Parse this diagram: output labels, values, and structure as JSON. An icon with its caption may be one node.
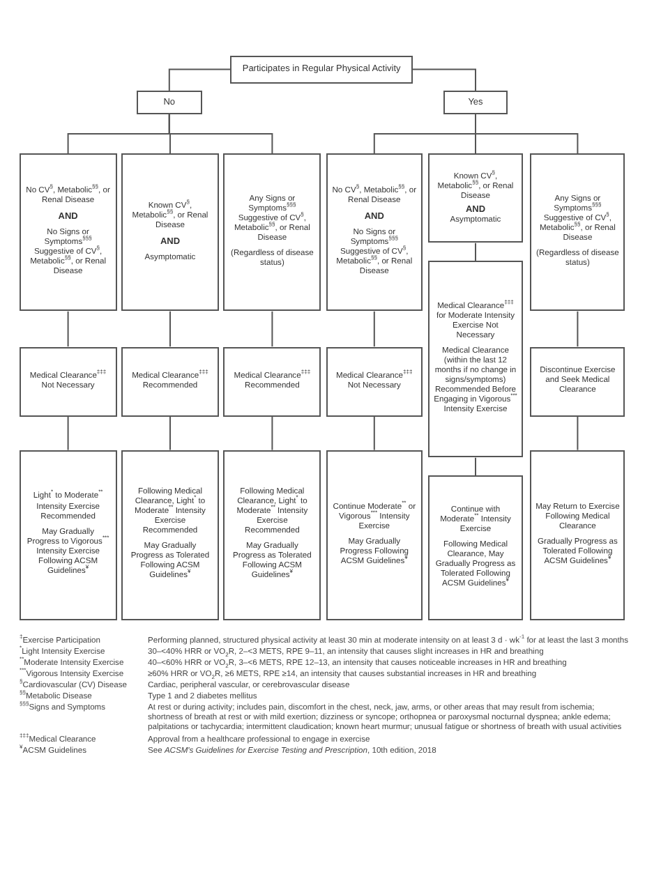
{
  "diagram": {
    "nodes": [
      {
        "text": [
          "Participates in Regular Physical Activity"
        ]
      },
      {
        "text": [
          "No"
        ]
      },
      {
        "text": [
          "Yes"
        ]
      },
      {
        "text": [
          "No CV$^{§}$, Metabolic$^{§§}$, or Renal Disease",
          "AND",
          "No Signs or Symptoms$^{§§§}$ Suggestive of CV$^{§}$, Metabolic$^{§§}$, or Renal Disease"
        ]
      },
      {
        "text": [
          "Known CV$^{§}$, Metabolic$^{§§}$, or Renal Disease",
          "AND",
          "Asymptomatic"
        ]
      },
      {
        "text": [
          "Any Signs or Symptoms$^{§§§}$ Suggestive of CV$^{§}$, Metabolic$^{§§}$, or Renal Disease",
          "(Regardless of disease status)"
        ]
      },
      {
        "text": [
          "No CV$^{§}$, Metabolic$^{§§}$, or Renal Disease",
          "AND",
          "No Signs or Symptoms$^{§§§}$ Suggestive of CV$^{§}$, Metabolic$^{§§}$, or Renal Disease"
        ]
      },
      {
        "text": [
          "Known CV$^{§}$, Metabolic$^{§§}$, or Renal Disease",
          "AND",
          "Asymptomatic"
        ]
      },
      {
        "text": [
          "Any Signs or Symptoms$^{§§§}$ Suggestive of CV$^{§}$, Metabolic$^{§§}$, or Renal Disease",
          "(Regardless of disease status)"
        ]
      },
      {
        "text": [
          "Medical Clearance$^{‡‡‡}$ Not Necessary"
        ]
      },
      {
        "text": [
          "Medical Clearance$^{‡‡‡}$ Recommended"
        ]
      },
      {
        "text": [
          "Medical Clearance$^{‡‡‡}$ Recommended"
        ]
      },
      {
        "text": [
          "Medical Clearance$^{‡‡‡}$ Not Necessary"
        ]
      },
      {
        "text": [
          "Medical Clearance$^{‡‡‡}$ for Moderate Intensity Exercise Not Necessary",
          "Medical Clearance (within the last 12 months if no change in signs/symptoms) Recommended Before Engaging in Vigorous$^{***}$ Intensity Exercise"
        ]
      },
      {
        "text": [
          "Discontinue Exercise and Seek Medical Clearance"
        ]
      },
      {
        "text": [
          "Light$^{*}$ to Moderate$^{**}$ Intensity Exercise Recommended",
          "May Gradually Progress to Vigorous$^{***}$ Intensity Exercise Following ACSM Guidelines$^{¥}$"
        ]
      },
      {
        "text": [
          "Following Medical Clearance, Light$^{*}$ to Moderate$^{**}$ Intensity Exercise Recommended",
          "May Gradually Progress as Tolerated Following ACSM Guidelines$^{¥}$"
        ]
      },
      {
        "text": [
          "Following Medical Clearance, Light$^{*}$ to Moderate$^{**}$ Intensity Exercise Recommended",
          "May Gradually Progress as Tolerated Following ACSM Guidelines$^{¥}$"
        ]
      },
      {
        "text": [
          "Continue Moderate$^{**}$ or Vigorous$^{***}$ Intensity Exercise",
          "May Gradually Progress Following ACSM Guidelines$^{¥}$"
        ]
      },
      {
        "text": [
          "Continue with Moderate$^{**}$ Intensity Exercise",
          "Following Medical Clearance, May Gradually Progress as Tolerated Following ACSM Guidelines$^{¥}$"
        ]
      },
      {
        "text": [
          "May Return to Exercise Following Medical Clearance",
          "Gradually Progress as Tolerated Following ACSM Guidelines$^{¥}$"
        ]
      }
    ],
    "edges": [
      {
        "from": 0,
        "to": 1,
        "arrow": "none"
      },
      {
        "from": 0,
        "to": 2,
        "arrow": "none"
      },
      {
        "from": 1,
        "to": 3,
        "arrow": "none"
      },
      {
        "from": 1,
        "to": 4,
        "arrow": "none"
      },
      {
        "from": 1,
        "to": 5,
        "arrow": "none"
      },
      {
        "from": 2,
        "to": 6,
        "arrow": "none"
      },
      {
        "from": 2,
        "to": 7,
        "arrow": "none"
      },
      {
        "from": 2,
        "to": 8,
        "arrow": "none"
      },
      {
        "from": 3,
        "to": 9,
        "arrow": "none"
      },
      {
        "from": 4,
        "to": 10,
        "arrow": "none"
      },
      {
        "from": 5,
        "to": 11,
        "arrow": "none"
      },
      {
        "from": 6,
        "to": 12,
        "arrow": "none"
      },
      {
        "from": 7,
        "to": 13,
        "arrow": "none"
      },
      {
        "from": 8,
        "to": 14,
        "arrow": "none"
      },
      {
        "from": 9,
        "to": 15,
        "arrow": "none"
      },
      {
        "from": 10,
        "to": 16,
        "arrow": "none"
      },
      {
        "from": 11,
        "to": 17,
        "arrow": "none"
      },
      {
        "from": 12,
        "to": 18,
        "arrow": "none"
      },
      {
        "from": 13,
        "to": 19,
        "arrow": "none"
      },
      {
        "from": 14,
        "to": 20,
        "arrow": "none"
      }
    ],
    "labels": [
      "$^{‡}$Exercise Participation",
      "Performing planned, structured physical activity at least 30 min at moderate intensity on at least 3 d · wk$^{-1}$ for at least the last 3 months",
      "$^{*}$Light Intensity Exercise",
      "30–<40% HRR or VO$_{2}$R, 2–<3 METS, RPE 9–11, an intensity that causes slight increases in HR and breathing",
      "$^{**}$Moderate Intensity Exercise",
      "40–<60% HRR or VO$_{2}$R, 3–<6 METS, RPE 12–13, an intensity that causes noticeable increases in HR and breathing",
      "$^{***}$Vigorous Intensity Exercise",
      "≥60% HRR or VO$_{2}$R, ≥6 METS, RPE ≥14, an intensity that causes substantial increases in HR and breathing",
      "$^{§}$Cardiovascular (CV) Disease",
      "Cardiac, peripheral vascular, or cerebrovascular disease",
      "$^{§§}$Metabolic Disease",
      "Type 1 and 2 diabetes mellitus",
      "$^{§§§}$Signs and Symptoms",
      "At rest or during activity; includes pain, discomfort in the chest, neck, jaw, arms, or other areas that may result from ischemia; shortness of breath at rest or with mild exertion; dizziness or syncope; orthopnea or paroxysmal nocturnal dyspnea; ankle edema; palpitations or tachycardia; intermittent claudication; known heart murmur; unusual fatigue or shortness of breath with usual activities",
      "$^{‡‡‡}$Medical Clearance",
      "Approval from a healthcare professional to engage in exercise",
      "$^{¥}$ACSM Guidelines",
      "See *ACSM's Guidelines for Exercise Testing and Prescription*, 10th edition, 2018"
    ]
  }
}
